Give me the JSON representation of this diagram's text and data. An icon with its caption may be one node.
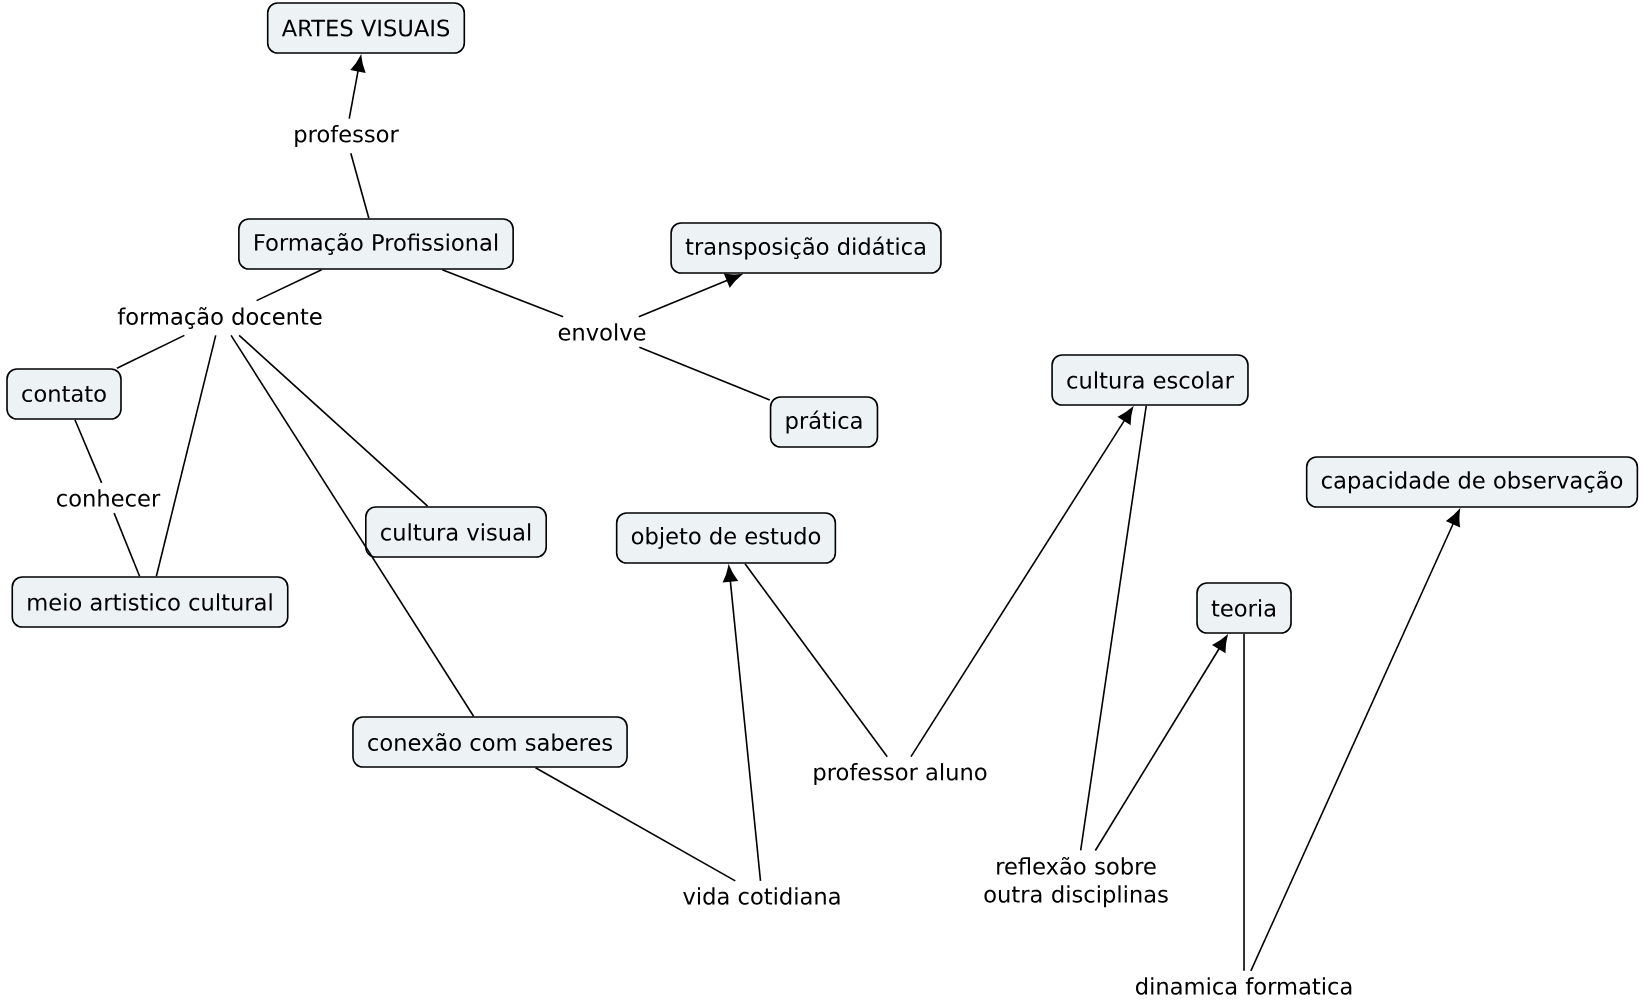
{
  "diagram": {
    "nodes": [
      {
        "text": [
          "ARTES VISUAIS"
        ]
      },
      {
        "text": [
          "professor"
        ]
      },
      {
        "text": [
          "Formação Profissional"
        ]
      },
      {
        "text": [
          "transposição didática"
        ]
      },
      {
        "text": [
          "formação docente"
        ]
      },
      {
        "text": [
          "envolve"
        ]
      },
      {
        "text": [
          "cultura escolar"
        ]
      },
      {
        "text": [
          "contato"
        ]
      },
      {
        "text": [
          "prática"
        ]
      },
      {
        "text": [
          "capacidade de observação"
        ]
      },
      {
        "text": [
          "conhecer"
        ]
      },
      {
        "text": [
          "cultura visual"
        ]
      },
      {
        "text": [
          "objeto de estudo"
        ]
      },
      {
        "text": [
          "meio artistico cultural"
        ]
      },
      {
        "text": [
          "teoria"
        ]
      },
      {
        "text": [
          "conexão com saberes"
        ]
      },
      {
        "text": [
          "professor aluno"
        ]
      },
      {
        "text": [
          "reflexão sobre outra disciplinas"
        ]
      },
      {
        "text": [
          "vida cotidiana"
        ]
      },
      {
        "text": [
          "dinamica formatica"
        ]
      }
    ],
    "edges": [
      {
        "from": 2,
        "to": 1,
        "arrow": "none"
      },
      {
        "from": 1,
        "to": 0,
        "arrow": "to"
      },
      {
        "from": 2,
        "to": 4,
        "arrow": "none"
      },
      {
        "from": 4,
        "to": 7,
        "arrow": "none"
      },
      {
        "from": 4,
        "to": 13,
        "arrow": "none"
      },
      {
        "from": 4,
        "to": 11,
        "arrow": "none"
      },
      {
        "from": 4,
        "to": 15,
        "arrow": "none"
      },
      {
        "from": 7,
        "to": 10,
        "arrow": "none"
      },
      {
        "from": 10,
        "to": 13,
        "arrow": "none"
      },
      {
        "from": 2,
        "to": 5,
        "arrow": "none"
      },
      {
        "from": 5,
        "to": 3,
        "arrow": "to"
      },
      {
        "from": 5,
        "to": 8,
        "arrow": "none"
      },
      {
        "from": 15,
        "to": 18,
        "arrow": "none"
      },
      {
        "from": 18,
        "to": 12,
        "arrow": "to"
      },
      {
        "from": 12,
        "to": 16,
        "arrow": "none"
      },
      {
        "from": 16,
        "to": 6,
        "arrow": "to"
      },
      {
        "from": 6,
        "to": 17,
        "arrow": "none"
      },
      {
        "from": 17,
        "to": 14,
        "arrow": "to"
      },
      {
        "from": 14,
        "to": 19,
        "arrow": "none"
      },
      {
        "from": 19,
        "to": 9,
        "arrow": "to"
      }
    ]
  }
}
